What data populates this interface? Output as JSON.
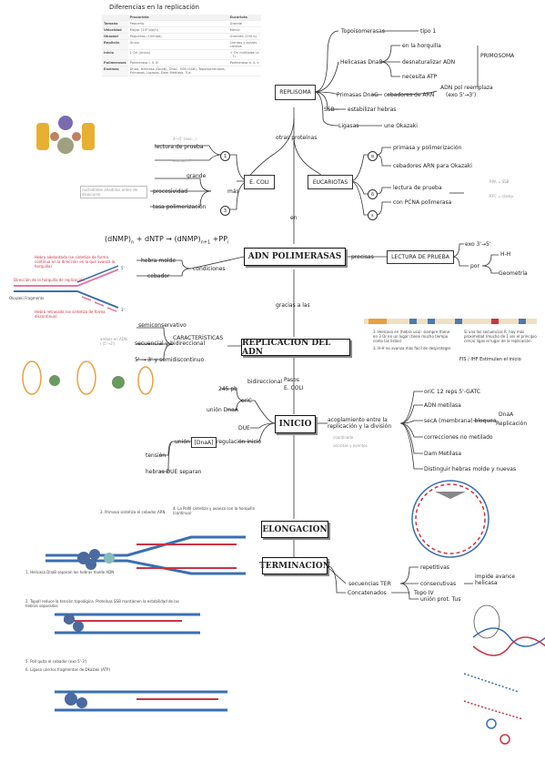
{
  "table": {
    "title": "Diferencias en la replicación",
    "headers": [
      "",
      "Procariota",
      "Eucariota"
    ],
    "rows": [
      [
        "Tamaño",
        "Pequeño",
        "Grande"
      ],
      [
        "Velocidad",
        "Mayor (10⁶ b/p/h)",
        "Menor"
      ],
      [
        "Okazaki",
        "Pequeños (1000pb)",
        "Grandes (100 b)"
      ],
      [
        "Replicón",
        "Único",
        "Cientos y quizas cientos"
      ],
      [
        "Inicio",
        "1 Ori (único)",
        "+ Ori múltiples (4 - 7)"
      ],
      [
        "Polimerasas",
        "Polimerasa I, II, III",
        "Polimerasa α, δ, ε"
      ],
      [
        "Enzimas",
        "DnaA, Helicasa (DnaB), DnaC, SSB (SSB), Topoisomerasas, Primasas, Ligasas, Dam Metilasa, Tus",
        ""
      ]
    ]
  },
  "nodes": {
    "replisoma": "REPLISOMA",
    "ecoli": "E. COLI",
    "eucariotas": "EUCARIOTAS",
    "adn_pol": "ADN POLIMERASAS",
    "lectura": "LECTURA DE PRUEBA",
    "replicacion": "REPLICACION DEL ADN",
    "inicio": "INICIO",
    "elongacion": "ELONGACION",
    "terminacion": "TERMINACION"
  },
  "replisoma": {
    "topo": "Topoisomerasas",
    "topo_type": "tipo 1",
    "helicasas": "Helicasas DnaB",
    "hel_1": "en la horquilla",
    "hel_2": "desnaturalizar ADN",
    "hel_3": "necesita ATP",
    "primasas": "Primasas DnaG",
    "primasas_1": "cebadores de ARN",
    "primosoma": "PRIMOSOMA",
    "primosoma_note": "ADN pol reemplaza",
    "primosoma_note2": "(exo 5'→3')",
    "ssb": "SSB",
    "ssb_1": "estabilizar hebras",
    "ligasas": "Ligasas",
    "ligasas_1": "une Okazaki"
  },
  "otras_proteinas": "otras proteínas",
  "en": "en",
  "ecoli_branch": {
    "n1": "1",
    "n3": "3",
    "lectura1": "lectura de prueba",
    "exo_label": "3'→5' (exo...)",
    "exo_gray": "exonuc...?",
    "grande": "grande",
    "procesividad": "procesividad",
    "mas": "más",
    "tasa": "tasa polimerización",
    "note_gray": "nucleótidos añadidos antes de disociarse"
  },
  "euk_branch": {
    "a": "α",
    "d": "δ",
    "e": "ε",
    "a1": "primasa y polimerización",
    "a2": "cebadores ARN para Okazaki",
    "d1": "lectura de prueba",
    "e1": "con PCNA polimerasa",
    "rpa": "RPA = SSB",
    "rfc": "RFC = clamp"
  },
  "formula": {
    "left": "(dNMP)",
    "sub_n": "n",
    "mid": " + dNTP → (dNMP)",
    "sub_n1": "n+1",
    "right": " +PP",
    "sub_i": "i"
  },
  "adn_pol_branch": {
    "hebra_molde": "hebra molde",
    "cebador": "cebador",
    "condiciones": "condiciones",
    "precisas": "precisas",
    "exo": "exo 3'→5'",
    "hh": "H-H",
    "por": "por",
    "geometria": "Geometría",
    "gracias": "gracias a las"
  },
  "fork_img": {
    "adelantada": "Hebra adelantada (se sintetiza de forma continua en la dirección en la que avanza la horquilla)",
    "direccion": "Dirección de la horquilla de replicación",
    "okazaki": "Okazaki Fragments",
    "retrasada": "Hebra retrasada (se sintetiza de forma discontinua)",
    "p5": "5'",
    "p3": "3'"
  },
  "replicacion_branch": {
    "semi": "semiconservativo",
    "secuencial": "secuencial y bidireccional",
    "caracteristicas": "CARACTERÍSTICAS",
    "direccion": "5' → 3' y semidiscontinuo",
    "pasos": "Pasos",
    "ecoli": "E. COLI",
    "gray_note": "ambos en ADN / (5'→3')"
  },
  "seq_img": {
    "note1": "3. Helicasa en (hebra usa): siempre (tiene en 3 Or en un lugar (tiene mucho tiempo como las listas)",
    "note2": "3. H-H no avanza más fácil de desproteger",
    "note3": "Si una las secuencias R. hay más proximidad (mucho de 1 ser el principio cerca) ligas al lugar de la replicación",
    "fis": "FIS / IHF Estimulan el inicio"
  },
  "inicio_branch": {
    "bp245": "245 pb",
    "bidireccional": "bidireccional",
    "oric": "oriC",
    "union_dnaa": "unión DnaA",
    "due": "DUE",
    "union_r": "unión a R",
    "dnaa": "[DnaA]",
    "regulacion": "regulación inicio",
    "tension": "tensión",
    "hebras_due": "hebras DUE separan",
    "acoplamiento": "acoplamiento entre la replicación y la división",
    "gray_note1": "coordinado",
    "gray_note2": "secretas y eventos",
    "oric_reps": "oriC 12 reps 5'-GATC",
    "adn_metilasa": "ADN metilasa",
    "seqa": "secA (membrana) bloquea",
    "dnaa_box": "DnaA",
    "replicacion": "Replicación",
    "correcciones": "correcciones no metilado",
    "dam": "Dam Metilasa",
    "distinguir": "Distinguir hebras molde y nuevas"
  },
  "elong_img": {
    "step3": "3. Primasa sintetiza el cebador ARN",
    "step4": "4. La PolIII sintetiza y avanza con la horquilla (continua)",
    "step1": "1. Helicasa DnaB separan las hebras molde ADN",
    "step2": "2. TopoII reduce la tensión topológica. Proteínas SSB mantienen la estabilidad de las hebras separadas",
    "step5": "5. PolI quita el cebador (exo 5'-3')",
    "step6": "6. Ligasa une los fragmentos de Okazaki (ATP)"
  },
  "term_branch": {
    "secuencias": "secuencias TER",
    "repetitivas": "repetitivas",
    "consecutivas": "consecutivas",
    "union_tus": "unión prot. Tus",
    "impide": "impide avance helicasa",
    "concatenados": "Concatenados",
    "topo4": "Topo IV"
  },
  "colors": {
    "accent_blue": "#3a6fb0",
    "accent_red": "#cc3344",
    "accent_pink": "#e07aa8",
    "accent_orange": "#e8a040",
    "line": "#333333"
  }
}
